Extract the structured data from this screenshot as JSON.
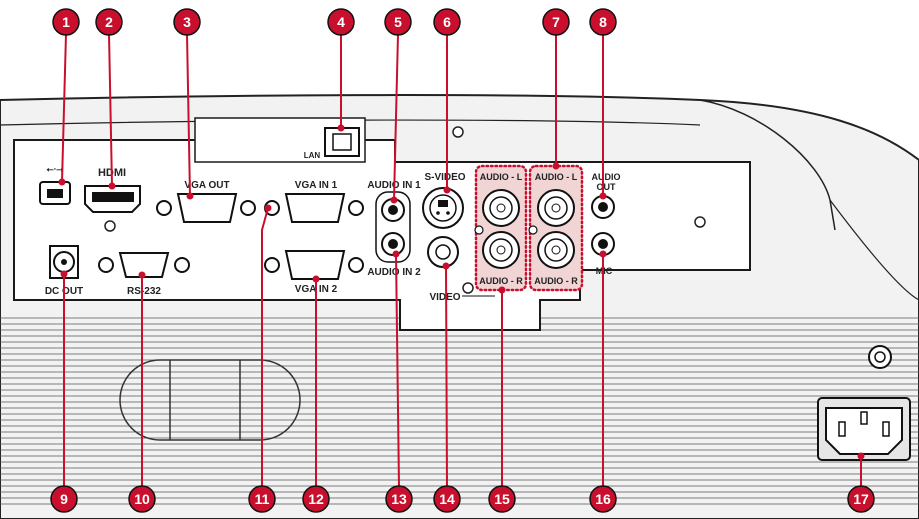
{
  "callouts": [
    "1",
    "2",
    "3",
    "4",
    "5",
    "6",
    "7",
    "8",
    "9",
    "10",
    "11",
    "12",
    "13",
    "14",
    "15",
    "16",
    "17"
  ],
  "labels": {
    "usb": "⭠∙⭢",
    "hdmi": "HDMI",
    "vga_out": "VGA OUT",
    "lan": "LAN",
    "vga_in1": "VGA IN 1",
    "audio_in1": "AUDIO IN 1",
    "svideo": "S-VIDEO",
    "audio_l_1": "AUDIO - L",
    "audio_l_2": "AUDIO - L",
    "audio_out_1": "AUDIO",
    "audio_out_2": "OUT",
    "dc_out": "DC OUT",
    "rs232": "RS-232",
    "vga_in2": "VGA IN 2",
    "audio_in2": "AUDIO IN 2",
    "video": "VIDEO",
    "audio_r_1": "AUDIO - R",
    "audio_r_2": "AUDIO - R",
    "mic": "MIC"
  },
  "colors": {
    "callout": "#c8102e",
    "panel": "#f4f4f4",
    "outline": "#1a1a1a",
    "highlight": "#e8c9c9"
  }
}
